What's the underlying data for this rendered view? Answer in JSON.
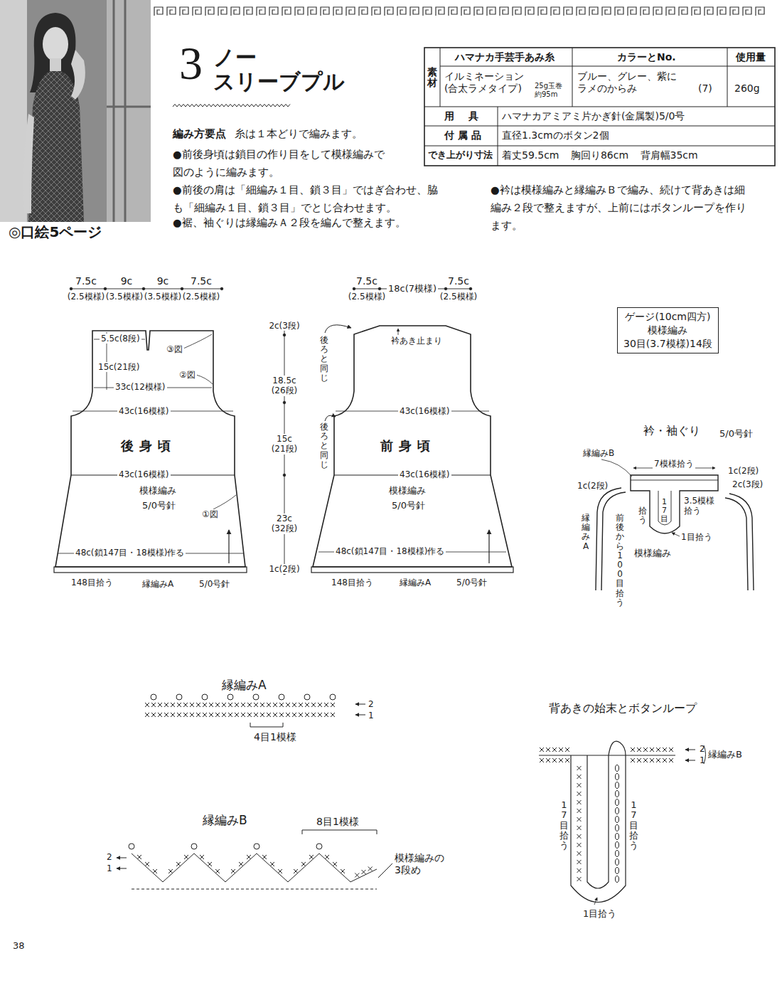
{
  "diagram": {
    "title": "ノー スリーブプル",
    "nodes": [
      {
        "text": [
          "後身頃",
          "模様編み",
          "5/0号針"
        ]
      },
      {
        "text": [
          "前身頃",
          "模様編み",
          "5/0号針"
        ]
      },
      {
        "text": [
          "ゲージ(10cm四方)",
          "模様編み",
          "30目(3.7模様)14段"
        ]
      }
    ],
    "labels": [
      "3",
      "◎口絵5ページ",
      "編み方要点",
      "糸は１本どりで編みます。",
      "●前後身頃は鎖目の作り目をして模様編みで 図のように編みます。",
      "●前後の肩は「細編み１目、鎖３目」ではぎ合わせ、脇 も「細編み１目、鎖３目」でとじ合わせます。",
      "●裾、袖ぐりは縁編みＡ２段を編んで整えます。",
      "●衿は模様編みと縁編みＢで編み、続けて背あきは細 編み２段で整えますが、上前にはボタンループを作り ます。",
      "素材",
      "ハマナカ手芸手あみ糸",
      "カラーとNo.",
      "使用量",
      "イルミネーション (合太ラメタイプ)",
      "25g玉巻 約95m",
      "ブルー、グレー、紫に ラメのからみ",
      "(7)",
      "260g",
      "用具",
      "ハマナカアミアミ片かぎ針(金属製)5/0号",
      "付属品",
      "直径1.3cmのボタン2個",
      "でき上がり寸法",
      "着丈59.5cm 胸回り86cm 背肩幅35cm",
      "7.5c",
      "9c",
      "9c",
      "7.5c",
      "(2.5模様)",
      "(3.5模様)",
      "(3.5模様)",
      "(2.5模様)",
      "5.5c(8段)",
      "15c(21段)",
      "③図",
      "33c(12模様)",
      "②図",
      "43c(16模様)",
      "43c(16模様)",
      "①図",
      "48c(鎖147目・18模様)作る",
      "148目拾う",
      "縁編みA",
      "5/0号針",
      "2c(3段)",
      "18.5c (26段)",
      "15c (21段)",
      "23c (32段)",
      "1c(2段)",
      "7.5c",
      "(2.5模様)",
      "18c(7模様)",
      "7.5c",
      "(2.5模様)",
      "後ろと同じ",
      "後ろと同じ",
      "衿あき止まり",
      "43c(16模様)",
      "43c(16模様)",
      "48c(鎖147目・18模様)作る",
      "148目拾う",
      "縁編みA",
      "5/0号針",
      "衿・袖ぐり",
      "5/0号針",
      "縁編みB",
      "7模様拾う",
      "1c(2段)",
      "1c(2段)",
      "2c(3段)",
      "3.5模様 拾う",
      "縁編みA",
      "前後から100目拾う",
      "拾う",
      "17目",
      "1目拾う",
      "模様編み",
      "縁編みA",
      "2",
      "1",
      "4目1模様",
      "縁編みB",
      "8目1模様",
      "2",
      "1",
      "模様編みの 3段め",
      "背あきの始末とボタンループ",
      "2",
      "1",
      "縁編みB",
      "17目拾う",
      "17目拾う",
      "1目拾う",
      "38"
    ]
  }
}
